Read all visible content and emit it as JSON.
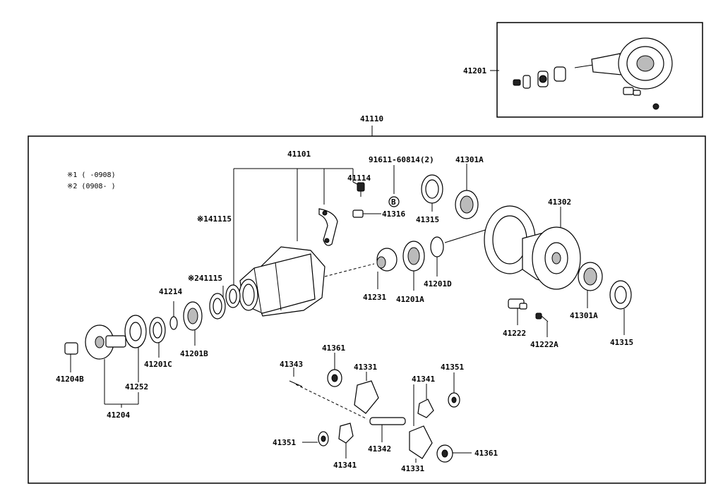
{
  "notes": {
    "note1": "※1 (  -0908)",
    "note2": "※2 (0908-  )"
  },
  "labels": {
    "p41201": "41201",
    "p41110": "41110",
    "p41101": "41101",
    "p91611": "91611-60814(2)",
    "p41301A_top": "41301A",
    "p41114": "41114",
    "p41316": "41316",
    "p41315_top": "41315",
    "p41302": "41302",
    "p141115": "※141115",
    "p241115": "※241115",
    "p41214": "41214",
    "p41231": "41231",
    "p41201A": "41201A",
    "p41201D": "41201D",
    "p41201B": "41201B",
    "p41201C": "41201C",
    "p41204B": "41204B",
    "p41252": "41252",
    "p41204": "41204",
    "p41222": "41222",
    "p41222A": "41222A",
    "p41301A_bottom": "41301A",
    "p41315_bottom": "41315",
    "p41343": "41343",
    "p41361_top": "41361",
    "p41331_top": "41331",
    "p41351_right": "41351",
    "p41341_right": "41341",
    "p41351_left": "41351",
    "p41341_left": "41341",
    "p41342": "41342",
    "p41331_bottom": "41331",
    "p41361_bottom": "41361"
  },
  "markers": {
    "b": "B"
  }
}
